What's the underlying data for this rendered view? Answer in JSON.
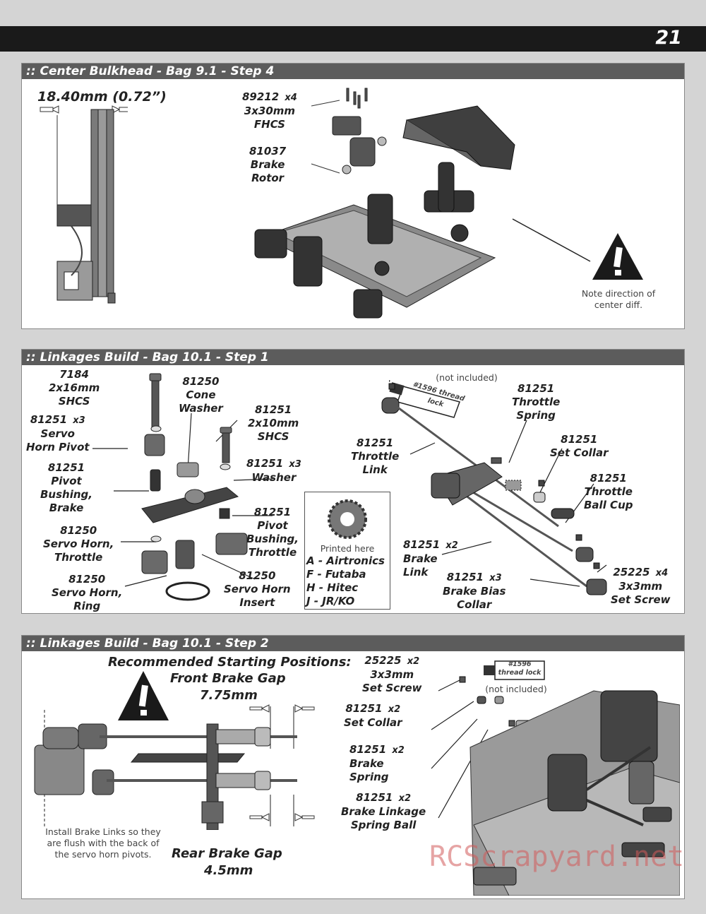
{
  "page_number": "21",
  "watermark": "RCScrapyard.net",
  "sections": [
    {
      "title": ":: Center Bulkhead - Bag 9.1 - Step 4",
      "dimension": "18.40mm (0.72”)",
      "parts": [
        {
          "pn": "89212",
          "qty": "x4",
          "name1": "3x30mm",
          "name2": "FHCS"
        },
        {
          "pn": "81037",
          "name1": "Brake",
          "name2": "Rotor"
        }
      ],
      "note": [
        "Note direction of",
        "center diff."
      ]
    },
    {
      "title": ":: Linkages Build - Bag 10.1 - Step 1",
      "parts": {
        "p7184": {
          "pn": "7184",
          "name1": "2x16mm",
          "name2": "SHCS"
        },
        "cone_washer": {
          "pn": "81250",
          "name1": "Cone",
          "name2": "Washer"
        },
        "shcs_2x10": {
          "pn": "81251",
          "name1": "2x10mm",
          "name2": "SHCS"
        },
        "servo_horn_pivot": {
          "pn": "81251",
          "qty": "x3",
          "name1": "Servo",
          "name2": "Horn Pivot"
        },
        "washer": {
          "pn": "81251",
          "qty": "x3",
          "name1": "Washer"
        },
        "pivot_bushing_brake": {
          "pn": "81251",
          "name1": "Pivot",
          "name2": "Bushing,",
          "name3": "Brake"
        },
        "pivot_bushing_throttle": {
          "pn": "81251",
          "name1": "Pivot",
          "name2": "Bushing,",
          "name3": "Throttle"
        },
        "servo_horn_throttle": {
          "pn": "81250",
          "name1": "Servo Horn,",
          "name2": "Throttle"
        },
        "servo_horn_ring": {
          "pn": "81250",
          "name1": "Servo Horn,",
          "name2": "Ring"
        },
        "servo_horn_insert": {
          "pn": "81250",
          "name1": "Servo Horn",
          "name2": "Insert"
        },
        "throttle_link": {
          "pn": "81251",
          "name1": "Throttle",
          "name2": "Link"
        },
        "throttle_spring": {
          "pn": "81251",
          "name1": "Throttle",
          "name2": "Spring"
        },
        "set_collar": {
          "pn": "81251",
          "name1": "Set Collar"
        },
        "throttle_ball_cup": {
          "pn": "81251",
          "name1": "Throttle",
          "name2": "Ball Cup"
        },
        "brake_link": {
          "pn": "81251",
          "qty": "x2",
          "name1": "Brake",
          "name2": "Link"
        },
        "brake_bias_collar": {
          "pn": "81251",
          "qty": "x3",
          "name1": "Brake Bias",
          "name2": "Collar"
        },
        "set_screw": {
          "pn": "25225",
          "qty": "x4",
          "name1": "3x3mm",
          "name2": "Set Screw"
        }
      },
      "not_included": "(not included)",
      "thread_lock": "#1596 thread lock",
      "printed_here": "Printed here",
      "brands": [
        "A - Airtronics",
        "F - Futaba",
        "H - Hitec",
        "J - JR/KO"
      ]
    },
    {
      "title": ":: Linkages Build - Bag 10.1 - Step 2",
      "recommended": "Recommended Starting Positions:",
      "front_gap_label": "Front Brake Gap",
      "front_gap_value": "7.75mm",
      "rear_gap_label": "Rear Brake Gap",
      "rear_gap_value": "4.5mm",
      "install_note": [
        "Install Brake Links so they",
        "are flush with the back of",
        "the servo horn pivots."
      ],
      "parts": {
        "set_screw": {
          "pn": "25225",
          "qty": "x2",
          "name1": "3x3mm",
          "name2": "Set Screw"
        },
        "set_collar": {
          "pn": "81251",
          "qty": "x2",
          "name1": "Set Collar"
        },
        "brake_spring": {
          "pn": "81251",
          "qty": "x2",
          "name1": "Brake",
          "name2": "Spring"
        },
        "spring_ball": {
          "pn": "81251",
          "qty": "x2",
          "name1": "Brake Linkage",
          "name2": "Spring Ball"
        }
      },
      "not_included": "(not included)",
      "thread_lock": "#1596 thread lock"
    }
  ]
}
